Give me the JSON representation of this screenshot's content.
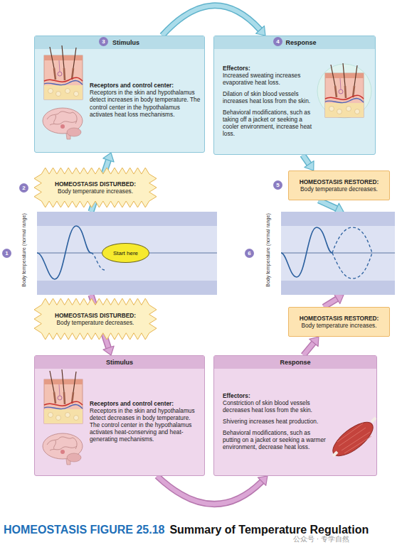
{
  "diagram": {
    "caption": "Summary of Temperature Regulation",
    "nodes": [
      {
        "text": [
          "Stimulus",
          "Receptors and control center:",
          "Receptors in the skin and hypothalamus detect increases in body temperature. The control center in the hypothalamus activates heat loss mechanisms."
        ]
      },
      {
        "text": [
          "Response",
          "Effectors:",
          "Increased sweating increases evaporative heat loss.",
          "Dilation of skin blood vessels increases heat loss from the skin.",
          "Behavioral modifications, such as taking off a jacket or seeking a cooler environment, increase heat loss."
        ]
      },
      {
        "text": [
          "HOMEOSTASIS DISTURBED:",
          "Body temperature increases."
        ]
      },
      {
        "text": [
          "HOMEOSTASIS RESTORED:",
          "Body temperature decreases."
        ]
      },
      {
        "text": [
          "Body temperature (normal range)"
        ]
      },
      {
        "text": [
          "Start here"
        ],
        "in": 4
      },
      {
        "text": [
          "Body temperature (normal range)"
        ]
      },
      {
        "text": [
          "HOMEOSTASIS DISTURBED:",
          "Body temperature decreases."
        ]
      },
      {
        "text": [
          "HOMEOSTASIS RESTORED:",
          "Body temperature increases."
        ]
      },
      {
        "text": [
          "Stimulus",
          "Receptors and control center:",
          "Receptors in the skin and hypothalamus detect decreases in body temperature. The control center in the hypothalamus activates heat-conserving and heat-generating mechanisms."
        ]
      },
      {
        "text": [
          "Response",
          "Effectors:",
          "Constriction of skin blood vessels decreases heat loss from the skin.",
          "Shivering increases heat production.",
          "Behavioral modifications, such as putting on a jacket or seeking a warmer environment, decrease heat loss."
        ]
      }
    ],
    "edges": [
      {
        "from": 4,
        "to": 0,
        "arrow": "to"
      },
      {
        "from": 0,
        "to": 1,
        "arrow": "to"
      },
      {
        "from": 1,
        "to": 3,
        "arrow": "to"
      },
      {
        "from": 3,
        "to": 6,
        "arrow": "to"
      },
      {
        "from": 4,
        "to": 9,
        "arrow": "to"
      },
      {
        "from": 9,
        "to": 10,
        "arrow": "to"
      },
      {
        "from": 10,
        "to": 8,
        "arrow": "to"
      },
      {
        "from": 8,
        "to": 6,
        "arrow": "to"
      }
    ],
    "labels": [
      "3",
      "4",
      "2",
      "5",
      "1",
      "6",
      "HOMEOSTASIS FIGURE 25.18",
      "公众号 · 专学自然"
    ]
  }
}
